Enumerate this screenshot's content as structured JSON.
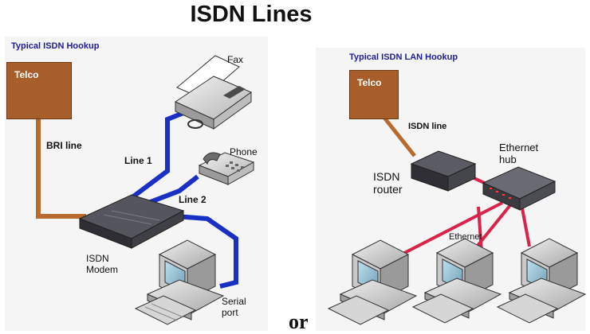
{
  "title": "ISDN Lines",
  "left_panel": {
    "heading": "Typical ISDN Hookup",
    "telco_label": "Telco",
    "bri_line_label": "BRI line",
    "line1_label": "Line 1",
    "line2_label": "Line 2",
    "fax_label": "Fax",
    "phone_label": "Phone",
    "modem_label_1": "ISDN",
    "modem_label_2": "Modem",
    "serial_label_1": "Serial",
    "serial_label_2": "port"
  },
  "right_panel": {
    "heading": "Typical ISDN LAN Hookup",
    "telco_label": "Telco",
    "isdn_line_label": "ISDN line",
    "router_label_1": "ISDN",
    "router_label_2": "router",
    "hub_label_1": "Ethernet",
    "hub_label_2": "hub",
    "ethernet_label": "Ethernet"
  },
  "separator_text": "or",
  "colors": {
    "telco": "#a75e2a",
    "bri_line": "#b86b2e",
    "phone_lines": "#1a2fc4",
    "ethernet": "#d8244a",
    "heading": "#1d1d9a"
  }
}
